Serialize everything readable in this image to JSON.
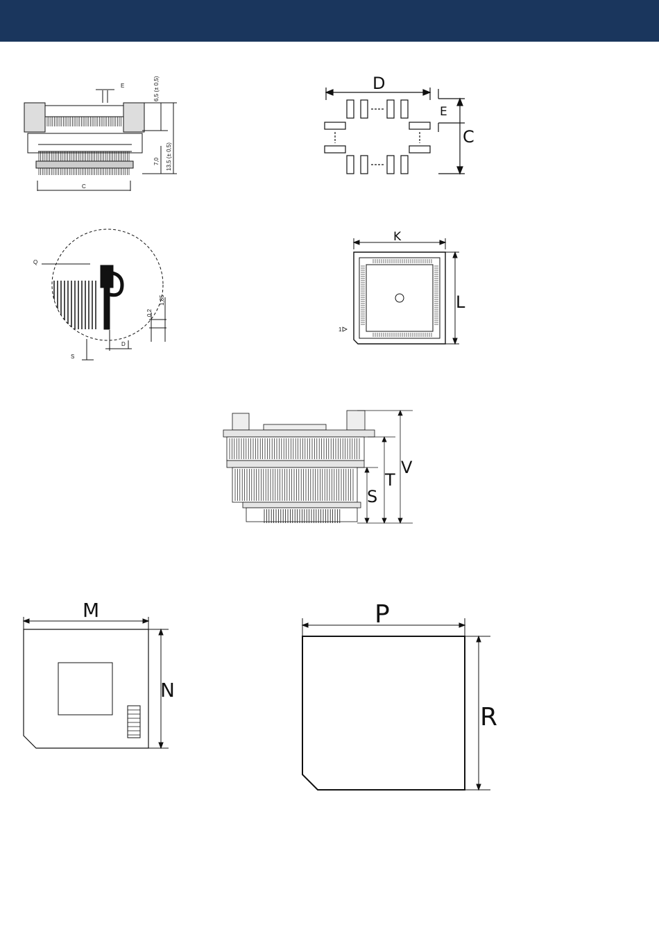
{
  "colors": {
    "header": "#1a365d",
    "ink": "#111111"
  },
  "fig1": {
    "labels": {
      "e": "E",
      "c": "C",
      "dim_top": "6,5 (± 0,5)",
      "dim_total": "13,5 (± 0,5)",
      "dim_bottom": "7,0"
    }
  },
  "fig2": {
    "labels": {
      "d": "D",
      "e": "E",
      "c": "C"
    }
  },
  "fig3": {
    "labels": {
      "q": "Q",
      "s": "S",
      "d": "D",
      "dim_a": "0,2",
      "dim_b": "1,85"
    }
  },
  "fig4": {
    "labels": {
      "k": "K",
      "l": "L",
      "pin1": "1"
    }
  },
  "fig5": {
    "labels": {
      "s": "S",
      "t": "T",
      "v": "V"
    }
  },
  "fig6": {
    "labels": {
      "m": "M",
      "n": "N"
    }
  },
  "fig7": {
    "labels": {
      "p": "P",
      "r": "R"
    }
  }
}
